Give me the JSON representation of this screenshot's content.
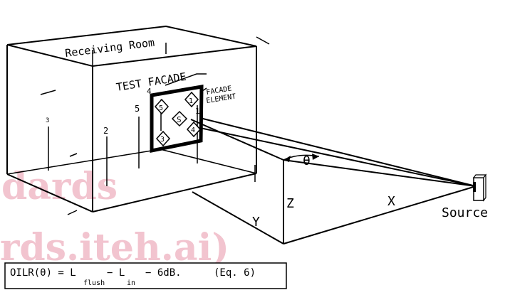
{
  "watermark": {
    "line1": "dards",
    "line2": "rds.iteh.ai)",
    "color": "#f2c4cf"
  },
  "diagram": {
    "receiving_room": "Receiving Room",
    "test_facade": "TEST FACADE",
    "facade_element_line1": "FACADE",
    "facade_element_line2": "ELEMENT",
    "position_labels": [
      "1",
      "2",
      "3",
      "4",
      "5"
    ],
    "element_marks": [
      "5",
      "1",
      "S",
      "3",
      "4"
    ],
    "angle": "θ",
    "axis_x": "X",
    "axis_y": "Y",
    "axis_z": "Z",
    "source": "Source"
  },
  "equation": {
    "lhs": "OILR(θ) = L",
    "minus1": "− L",
    "minus2": "− 6dB.",
    "sub_flush": "flush",
    "sub_in": "in",
    "ref": "(Eq. 6)"
  }
}
